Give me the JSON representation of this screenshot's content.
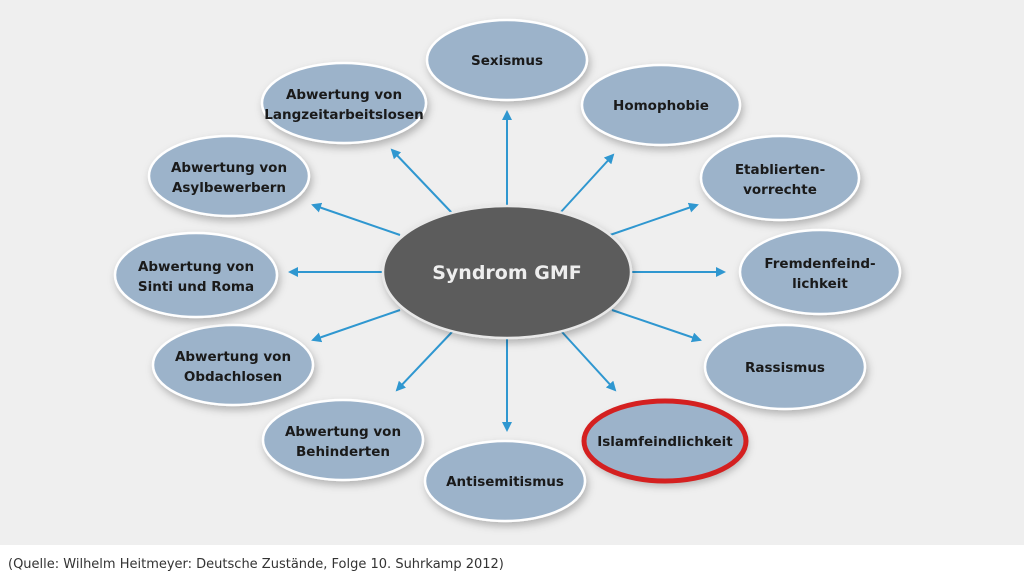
{
  "center": "Syndrom GMF",
  "nodes": {
    "sexismus": [
      "Sexismus"
    ],
    "homophobie": [
      "Homophobie"
    ],
    "etabliertenvorrechte": [
      "Etablierten-",
      "vorrechte"
    ],
    "fremdenfeindlichkeit": [
      "Fremdenfeind-",
      "lichkeit"
    ],
    "rassismus": [
      "Rassismus"
    ],
    "islamfeindlichkeit": [
      "Islamfeindlichkeit"
    ],
    "antisemitismus": [
      "Antisemitismus"
    ],
    "behinderte": [
      "Abwertung von",
      "Behinderten"
    ],
    "obdachlose": [
      "Abwertung von",
      "Obdachlosen"
    ],
    "sinti_roma": [
      "Abwertung von",
      "Sinti und Roma"
    ],
    "asylbewerber": [
      "Abwertung von",
      "Asylbewerbern"
    ],
    "langzeitarbeitslose": [
      "Abwertung von",
      "Langzeitarbeitslosen"
    ]
  },
  "highlighted": "islamfeindlichkeit",
  "colors": {
    "node": "#9cb3ca",
    "center": "#5b5b5b",
    "arrow": "#2f97d0",
    "highlight": "#d42020"
  },
  "caption": "(Quelle: Wilhelm Heitmeyer: Deutsche Zustände, Folge 10. Suhrkamp 2012)"
}
